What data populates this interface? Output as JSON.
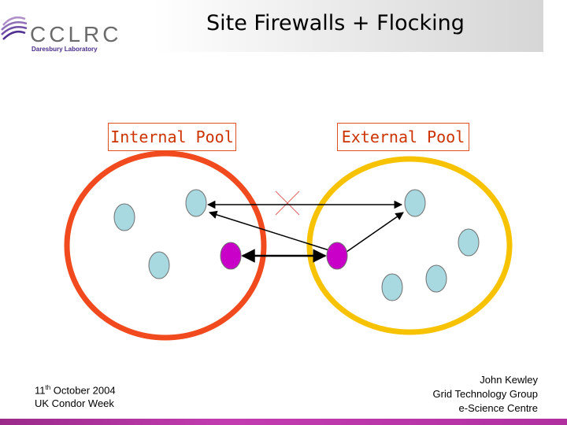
{
  "header": {
    "logo_text": "CCLRC",
    "logo_subtitle": "Daresbury Laboratory",
    "title": "Site Firewalls + Flocking"
  },
  "pools": {
    "internal_label": "Internal Pool",
    "external_label": "External Pool"
  },
  "colors": {
    "internal_pool": "#f04a1e",
    "external_pool": "#f7c300",
    "node": "#a8d8e0",
    "gateway_node": "#c800c8",
    "label_text": "#cc3300"
  },
  "footer": {
    "date_day": "11",
    "date_suffix": "th",
    "date_rest": " October 2004",
    "event": "UK Condor Week",
    "author": "John Kewley",
    "group": "Grid Technology Group",
    "centre": "e-Science Centre"
  }
}
